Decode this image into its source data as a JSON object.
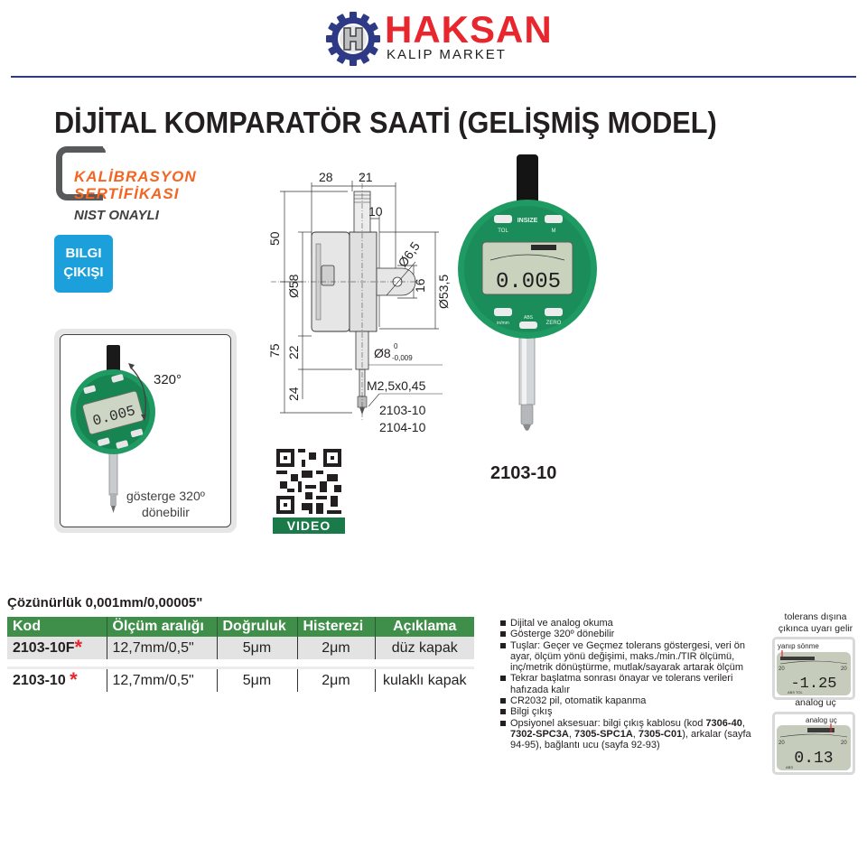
{
  "header": {
    "brand_name": "HAKSAN",
    "brand_sub": "KALIP MARKET",
    "logo_icon": "gear-h-logo",
    "colors": {
      "brand_red": "#e8262d",
      "gear_navy": "#2e3a85",
      "rule": "#2e3a85"
    }
  },
  "page_title": "DİJİTAL KOMPARATÖR SAATİ (GELİŞMİŞ MODEL)",
  "badges": {
    "calibration": {
      "line1": "KALİBRASYON",
      "line2": "SERTİFİKASI",
      "line3": "NIST ONAYLI",
      "color": "#f26522"
    },
    "data_output": {
      "line1": "BILGI",
      "line2": "ÇIKIŞI",
      "color": "#1ca0dc"
    }
  },
  "rotation_box": {
    "angle_label": "320°",
    "caption_line1": "gösterge 320º",
    "caption_line2": "dönebilir",
    "display_value": "0.005"
  },
  "drawing": {
    "dims": {
      "top_left": "28",
      "top_right": "21",
      "stem": "10",
      "height_upper": "50",
      "dia_body": "Ø58",
      "dia_hole": "Ø6,5",
      "lug": "16",
      "dia_face": "Ø53,5",
      "height_lower": "75",
      "stem_len": "22",
      "dia_stem": "Ø8",
      "tol_upper": "0",
      "tol_lower": "-0,009",
      "tip_len": "24",
      "thread": "M2,5x0,45"
    },
    "models": [
      "2103-10",
      "2104-10"
    ]
  },
  "qr": {
    "label": "VIDEO",
    "color": "#1b7a4a"
  },
  "product": {
    "code": "2103-10",
    "display_value": "0.005",
    "buttons": [
      "TOL",
      "M",
      "in/mm",
      "ABS",
      "ZERO"
    ],
    "brand": "INSIZE",
    "body_color": "#1f9a63"
  },
  "spec": {
    "resolution_label": "Çözünürlük",
    "resolution_value": "0,001mm/0,00005\"",
    "columns": [
      "Kod",
      "Ölçüm aralığı",
      "Doğruluk",
      "Histerezi",
      "Açıklama"
    ],
    "rows": [
      {
        "code": "2103-10F",
        "star": "*",
        "range": "12,7mm/0,5\"",
        "accuracy": "5μm",
        "hysteresis": "2μm",
        "desc": "düz kapak"
      },
      {
        "code": "2103-10",
        "star": "*",
        "range": "12,7mm/0,5\"",
        "accuracy": "5μm",
        "hysteresis": "2μm",
        "desc": "kulaklı kapak"
      }
    ],
    "header_color": "#3f8f4a"
  },
  "features": [
    "Dijital ve analog okuma",
    "Gösterge 320º dönebilir",
    "Tuşlar: Geçer ve Geçmez tolerans göstergesi, veri ön ayar, ölçüm yönü değişimi, maks./min./TIR ölçümü, inç/metrik dönüştürme, mutlak/sayarak artarak ölçüm",
    "Tekrar başlatma sonrası önayar ve tolerans verileri hafızada kalır",
    "CR2032 pil, otomatik kapanma",
    "Bilgi çıkış"
  ],
  "feature_accessory": {
    "prefix": "Opsiyonel aksesuar: bilgi çıkış kablosu (kod ",
    "codes": [
      "7306-40",
      "7302-SPC3A",
      "7305-SPC1A",
      "7305-C01"
    ],
    "sep": ", ",
    "suffix": "), arkalar (sayfa 94-95), bağlantı ucu (sayfa 92-93)"
  },
  "side_examples": {
    "tolerance": {
      "caption": "tolerans dışına çıkınca uyarı gelir",
      "label": "yanıp sönme",
      "value": "-1.25",
      "scale_left": "20",
      "scale_right": "20",
      "tags": "ABS TOL"
    },
    "analog": {
      "caption": "analog uç",
      "label": "analog uç",
      "value": "0.13",
      "scale_left": "20",
      "scale_right": "20",
      "tags": "ABS"
    }
  }
}
